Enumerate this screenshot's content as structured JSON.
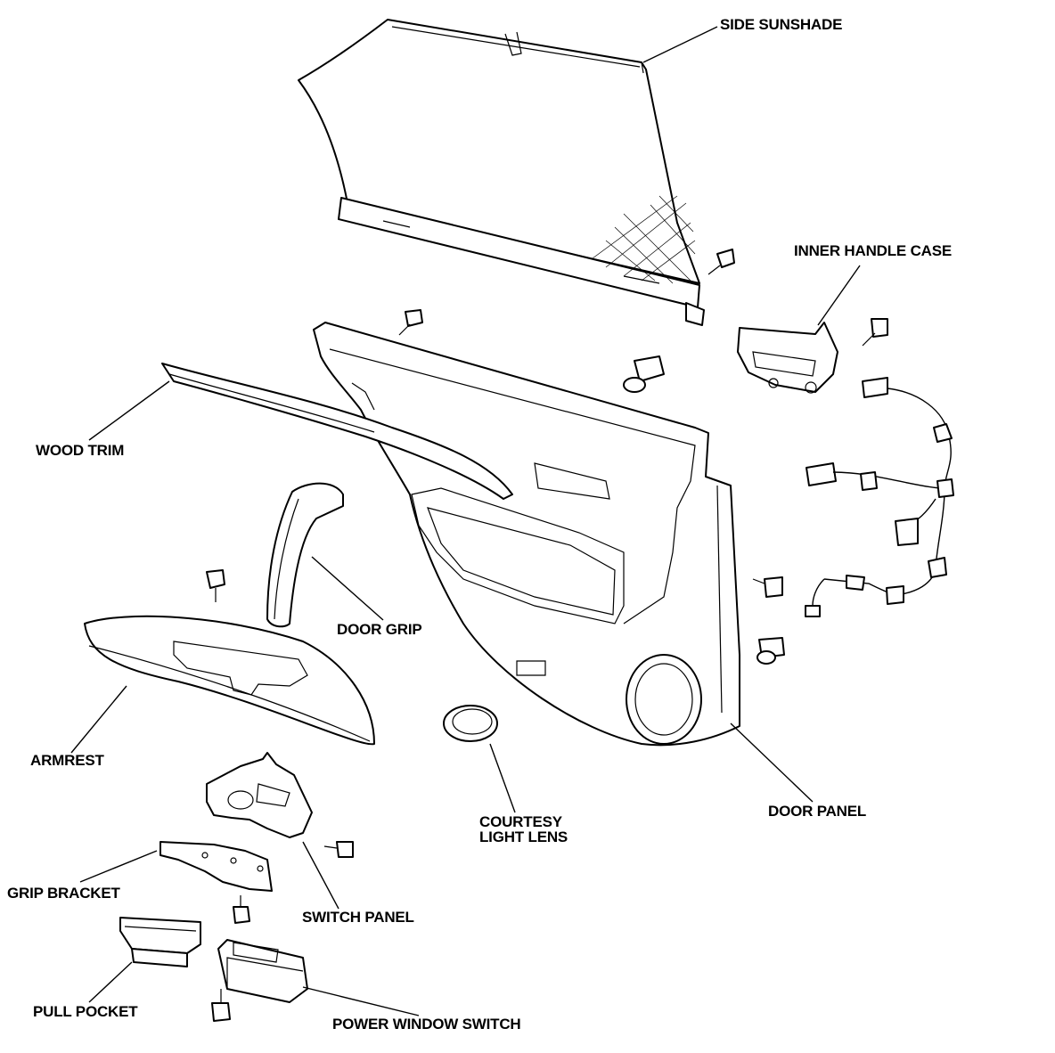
{
  "diagram": {
    "labels": {
      "side_sunshade": "SIDE SUNSHADE",
      "inner_handle_case": "INNER HANDLE CASE",
      "wood_trim": "WOOD TRIM",
      "door_grip": "DOOR GRIP",
      "armrest": "ARMREST",
      "courtesy_light_lens_line1": "COURTESY",
      "courtesy_light_lens_line2": "LIGHT LENS",
      "door_panel": "DOOR PANEL",
      "grip_bracket": "GRIP BRACKET",
      "switch_panel": "SWITCH PANEL",
      "pull_pocket": "PULL POCKET",
      "power_window_switch": "POWER WINDOW SWITCH"
    }
  }
}
